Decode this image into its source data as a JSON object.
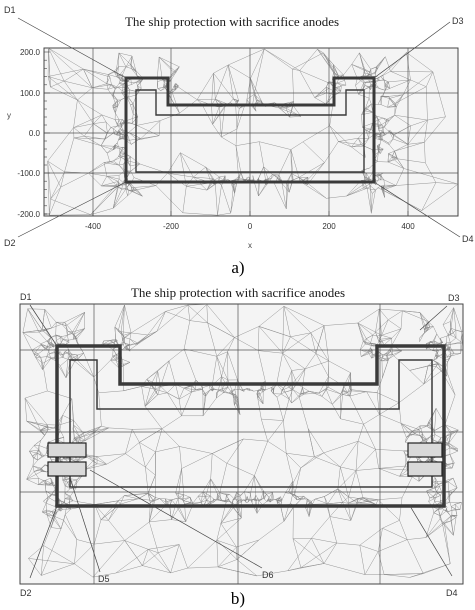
{
  "panel_a": {
    "title": "The ship protection with sacrifice anodes",
    "caption": "a)",
    "x_axis_label": "x",
    "y_axis_label": "y",
    "x_ticks": [
      "-400",
      "-200",
      "0",
      "200",
      "400"
    ],
    "y_ticks": [
      "200.0",
      "100.0",
      "0.0",
      "-100.0",
      "-200.0"
    ],
    "markers": [
      "D1",
      "D2",
      "D3",
      "D4"
    ]
  },
  "panel_b": {
    "title": "The ship protection with sacrifice anodes",
    "caption": "b)",
    "markers": [
      "D1",
      "D2",
      "D3",
      "D4",
      "D5",
      "D6"
    ]
  },
  "colors": {
    "mesh": "#8a8a8a",
    "hull": "#3a3a3a",
    "grid": "#555555"
  }
}
